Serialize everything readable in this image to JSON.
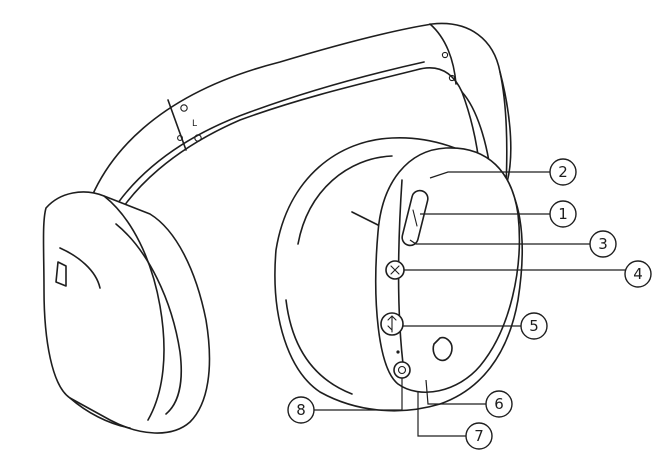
{
  "diagram": {
    "side_label": "L",
    "callouts": [
      {
        "id": "c1",
        "number": "1"
      },
      {
        "id": "c2",
        "number": "2"
      },
      {
        "id": "c3",
        "number": "3"
      },
      {
        "id": "c4",
        "number": "4"
      },
      {
        "id": "c5",
        "number": "5"
      },
      {
        "id": "c6",
        "number": "6"
      },
      {
        "id": "c7",
        "number": "7"
      },
      {
        "id": "c8",
        "number": "8"
      }
    ]
  }
}
